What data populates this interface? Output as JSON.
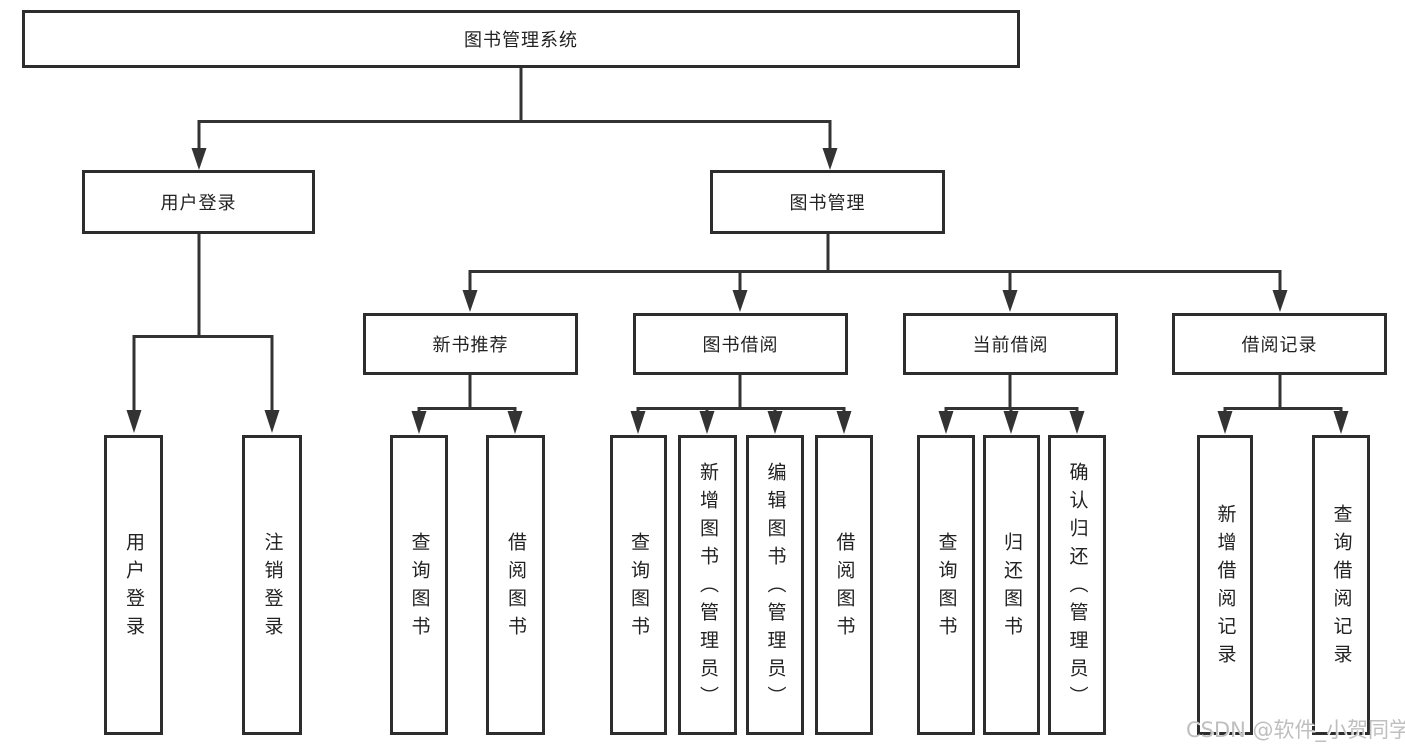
{
  "diagram": {
    "root": {
      "label": "图书管理系统"
    },
    "branches": [
      {
        "label": "用户登录",
        "children": [
          {
            "label": "用户登录"
          },
          {
            "label": "注销登录"
          }
        ]
      },
      {
        "label": "图书管理",
        "children": [
          {
            "label": "新书推荐",
            "children": [
              {
                "label": "查询图书"
              },
              {
                "label": "借阅图书"
              }
            ]
          },
          {
            "label": "图书借阅",
            "children": [
              {
                "label": "查询图书"
              },
              {
                "label": "新增图书（管理员）"
              },
              {
                "label": "编辑图书（管理员）"
              },
              {
                "label": "借阅图书"
              }
            ]
          },
          {
            "label": "当前借阅",
            "children": [
              {
                "label": "查询图书"
              },
              {
                "label": "归还图书"
              },
              {
                "label": "确认归还（管理员）"
              }
            ]
          },
          {
            "label": "借阅记录",
            "children": [
              {
                "label": "新增借阅记录"
              },
              {
                "label": "查询借阅记录"
              }
            ]
          }
        ]
      }
    ]
  },
  "watermark": {
    "text": "CSDN @软件_小贺同学"
  },
  "colors": {
    "line": "#333333",
    "box_border": "#2d2d2d",
    "text": "#222222",
    "background": "#ffffff",
    "watermark": "#bfbfbf"
  }
}
